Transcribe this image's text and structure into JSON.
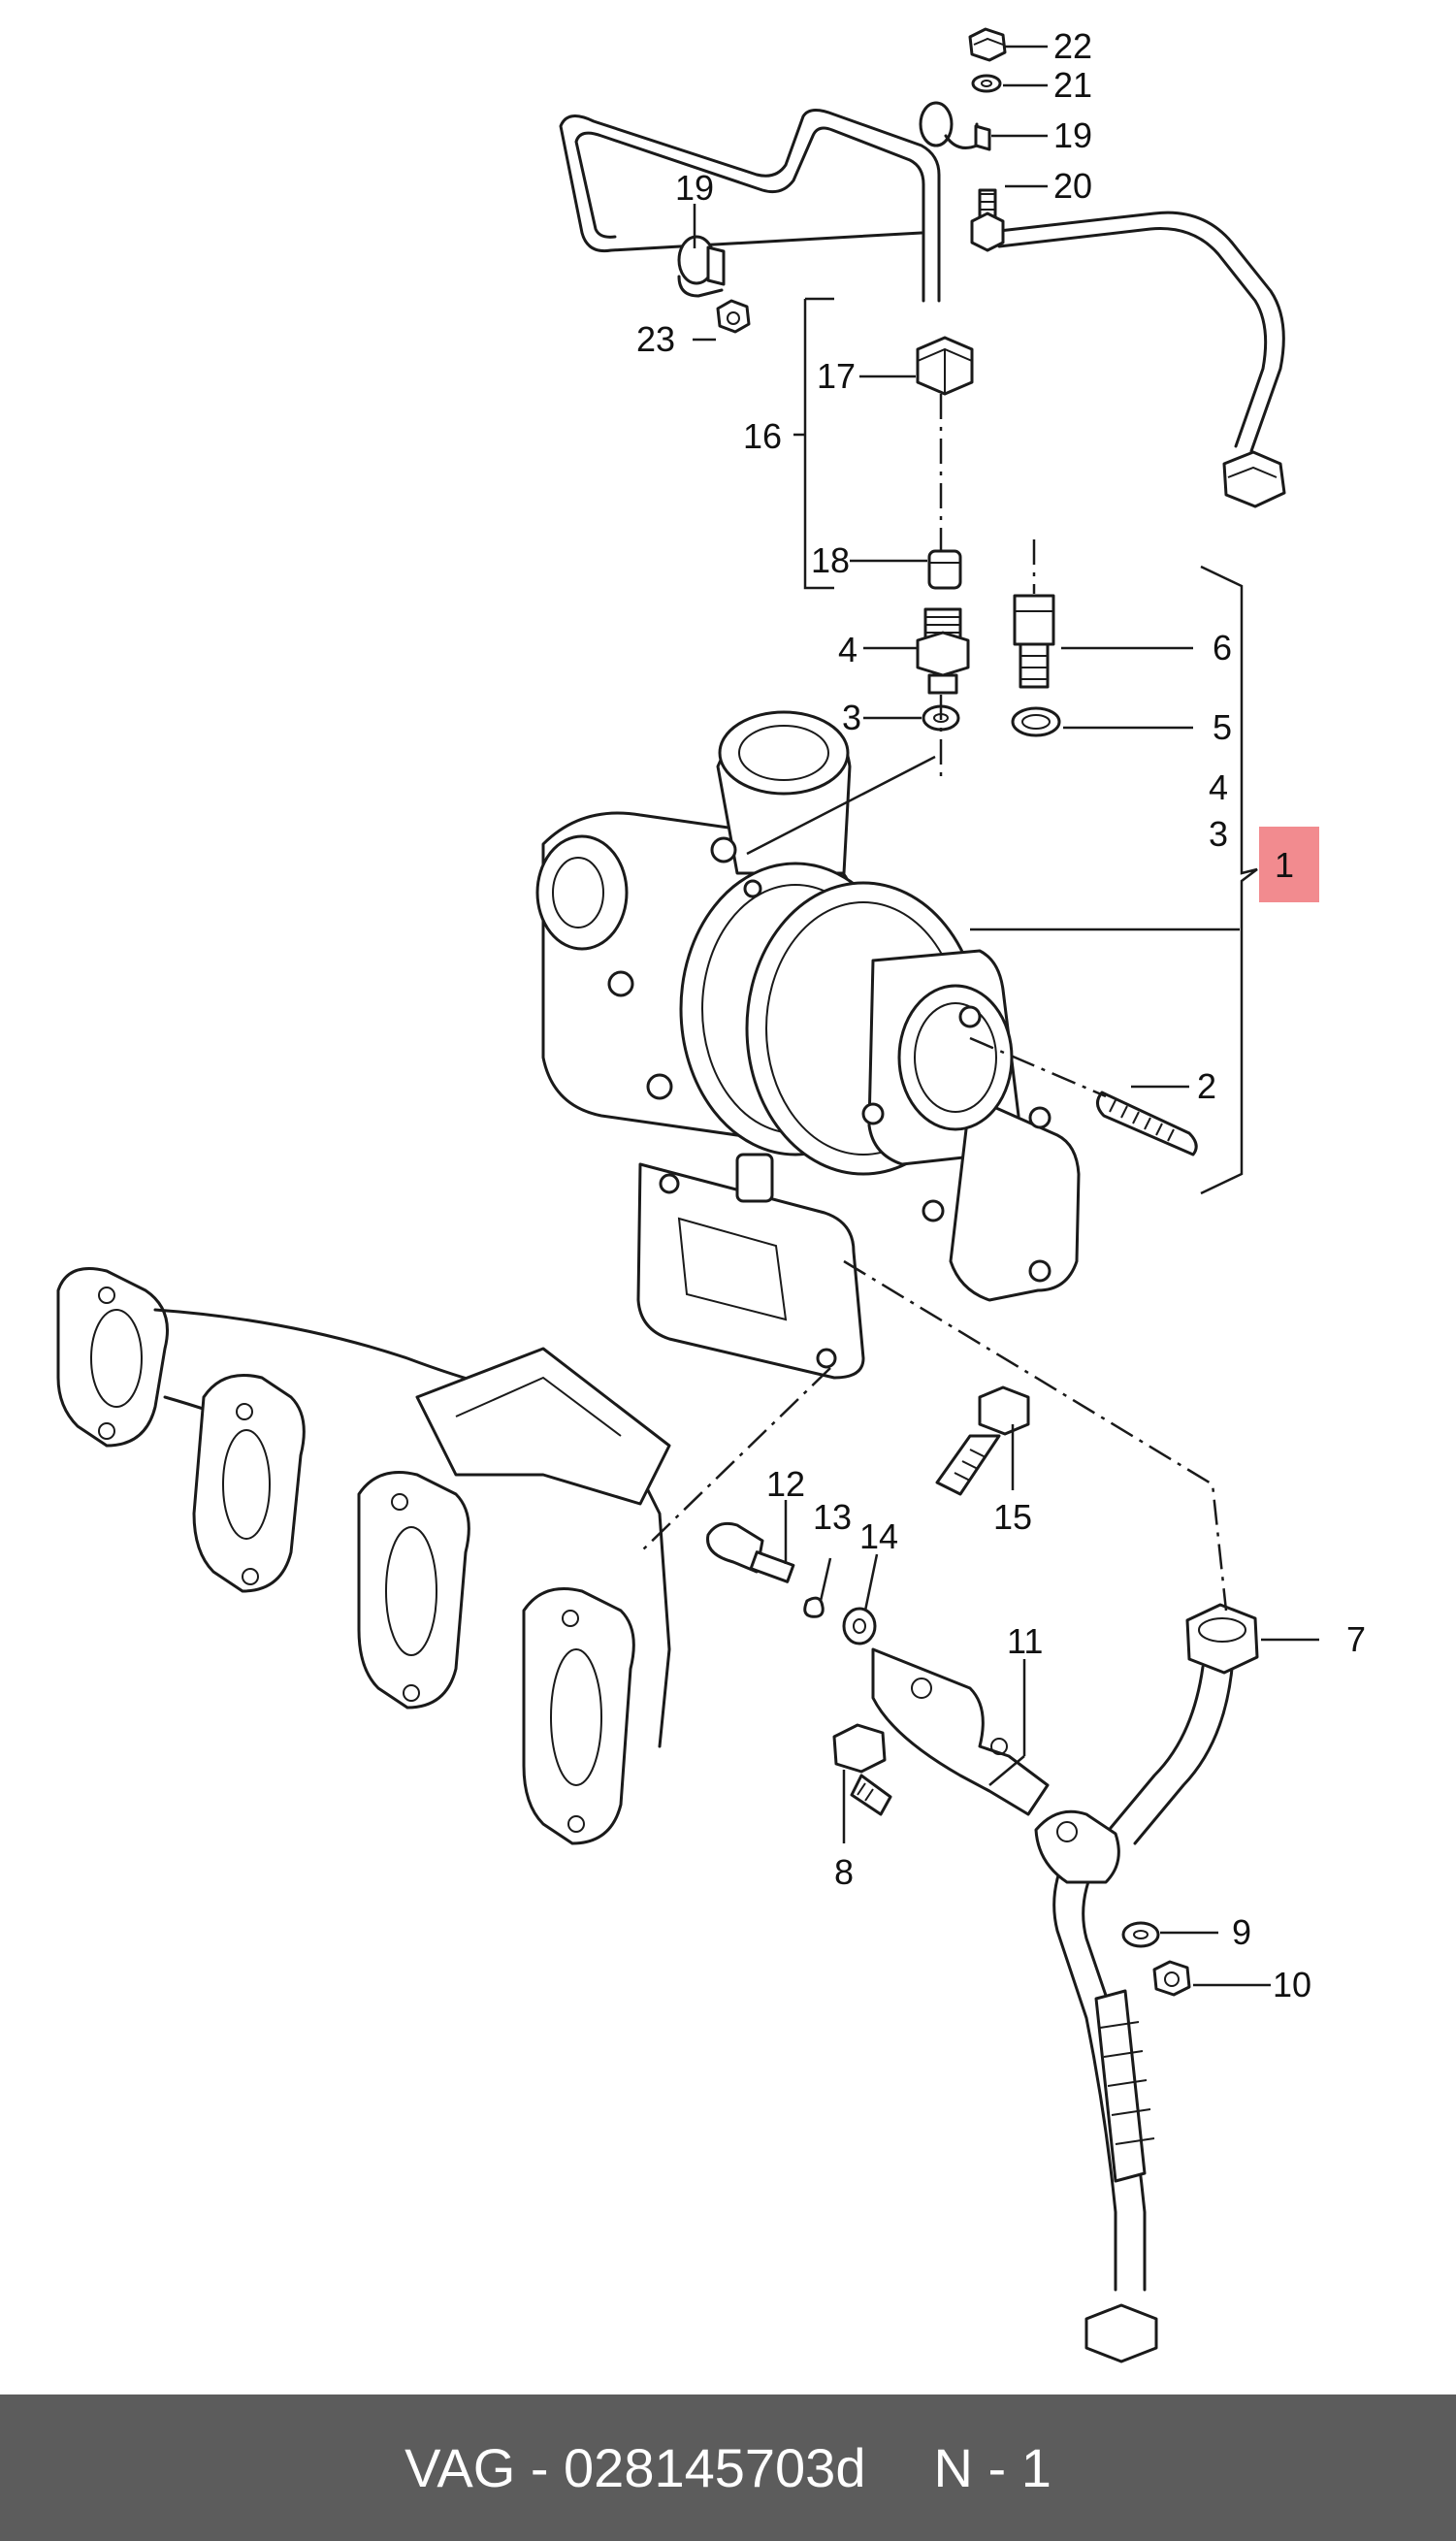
{
  "callouts": {
    "c1": "1",
    "c2": "2",
    "c3a": "3",
    "c3b": "3",
    "c4a": "4",
    "c4b": "4",
    "c5": "5",
    "c6": "6",
    "c7": "7",
    "c8": "8",
    "c9": "9",
    "c10": "10",
    "c11": "11",
    "c12": "12",
    "c13": "13",
    "c14": "14",
    "c15": "15",
    "c16": "16",
    "c17": "17",
    "c18": "18",
    "c19a": "19",
    "c19b": "19",
    "c20": "20",
    "c21": "21",
    "c22": "22",
    "c23": "23"
  },
  "highlight": {
    "callout": "1",
    "color": "#f28b8f"
  },
  "footer": {
    "part_ref": "VAG - 028145703d",
    "page_ref": "N - 1",
    "background": "#5c5c5c"
  }
}
